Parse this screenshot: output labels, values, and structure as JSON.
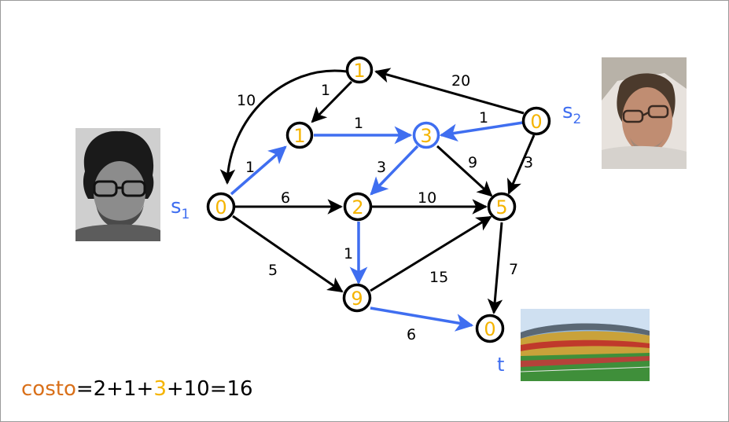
{
  "colors": {
    "edge_black": "#000000",
    "edge_blue": "#3f6ef0",
    "node_value": "#f5b400",
    "node_border_black": "#000000",
    "node_border_blue": "#3f6ef0",
    "label_blue": "#3f6ef0",
    "cost_word": "#d9701a"
  },
  "nodes": [
    {
      "id": "n_top",
      "value": "1"
    },
    {
      "id": "n_a",
      "value": "1"
    },
    {
      "id": "n_b",
      "value": "3"
    },
    {
      "id": "s1",
      "value": "0"
    },
    {
      "id": "n_c",
      "value": "2"
    },
    {
      "id": "n_d",
      "value": "5"
    },
    {
      "id": "s2",
      "value": "0"
    },
    {
      "id": "n_e",
      "value": "9"
    },
    {
      "id": "t",
      "value": "0"
    }
  ],
  "edges": [
    {
      "from": "n_top",
      "to": "s1",
      "weight": "10",
      "color": "black"
    },
    {
      "from": "n_top",
      "to": "n_a",
      "weight": "1",
      "color": "black"
    },
    {
      "from": "s2",
      "to": "n_top",
      "weight": "20",
      "color": "black"
    },
    {
      "from": "n_a",
      "to": "n_b",
      "weight": "1",
      "color": "blue"
    },
    {
      "from": "s2",
      "to": "n_b",
      "weight": "1",
      "color": "blue"
    },
    {
      "from": "s1",
      "to": "n_a",
      "weight": "1",
      "color": "blue"
    },
    {
      "from": "n_b",
      "to": "n_c",
      "weight": "3",
      "color": "blue"
    },
    {
      "from": "n_b",
      "to": "n_d",
      "weight": "9",
      "color": "black"
    },
    {
      "from": "s2",
      "to": "n_d",
      "weight": "3",
      "color": "black"
    },
    {
      "from": "s1",
      "to": "n_c",
      "weight": "6",
      "color": "black"
    },
    {
      "from": "n_c",
      "to": "n_d",
      "weight": "10",
      "color": "black"
    },
    {
      "from": "s1",
      "to": "n_e",
      "weight": "5",
      "color": "black"
    },
    {
      "from": "n_c",
      "to": "n_e",
      "weight": "1",
      "color": "blue"
    },
    {
      "from": "n_e",
      "to": "n_d",
      "weight": "15",
      "color": "black"
    },
    {
      "from": "n_d",
      "to": "t",
      "weight": "7",
      "color": "black"
    },
    {
      "from": "n_e",
      "to": "t",
      "weight": "6",
      "color": "blue"
    }
  ],
  "labels": {
    "s1": {
      "base": "s",
      "sub": "1"
    },
    "s2": {
      "base": "s",
      "sub": "2"
    },
    "t": "t"
  },
  "cost": {
    "word": "costo",
    "prefix": "=2+1+",
    "highlight": "3",
    "suffix": "+10=16"
  },
  "icons": {
    "photo_left": "portrait-curly-hair-glasses",
    "photo_right": "portrait-man-glasses",
    "photo_stadium": "stadium-image"
  }
}
